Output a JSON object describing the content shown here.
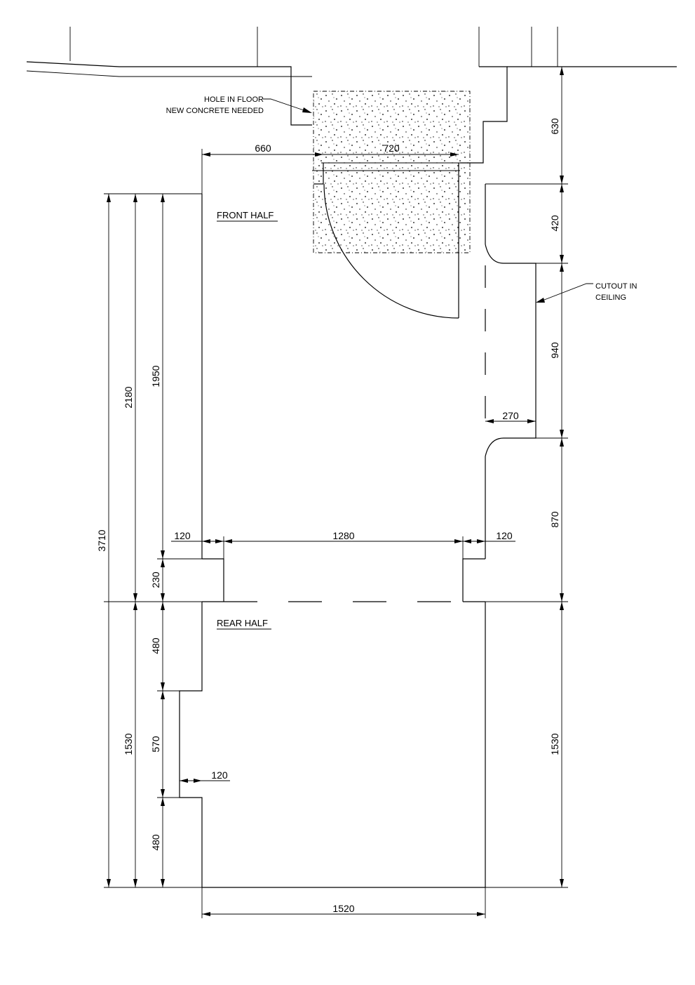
{
  "labels": {
    "front_half": "FRONT HALF",
    "rear_half": "REAR HALF",
    "hole_note_line1": "HOLE IN FLOOR",
    "hole_note_line2": "NEW CONCRETE NEEDED",
    "cutout_note_line1": "CUTOUT IN",
    "cutout_note_line2": "CEILING"
  },
  "dimensions": {
    "top_left_width": "660",
    "hole_width": "720",
    "right_top": "630",
    "right_420": "420",
    "right_940": "940",
    "cutout_depth": "270",
    "right_870": "870",
    "right_rear": "1530",
    "total_length": "3710",
    "front_2180": "2180",
    "front_1950": "1950",
    "step_230": "230",
    "wall_left_120": "120",
    "opening_1280": "1280",
    "wall_right_120": "120",
    "rear_480_top": "480",
    "rear_570": "570",
    "rear_480_bottom": "480",
    "rear_left_1530": "1530",
    "recess_120": "120",
    "rear_width_1520": "1520"
  }
}
